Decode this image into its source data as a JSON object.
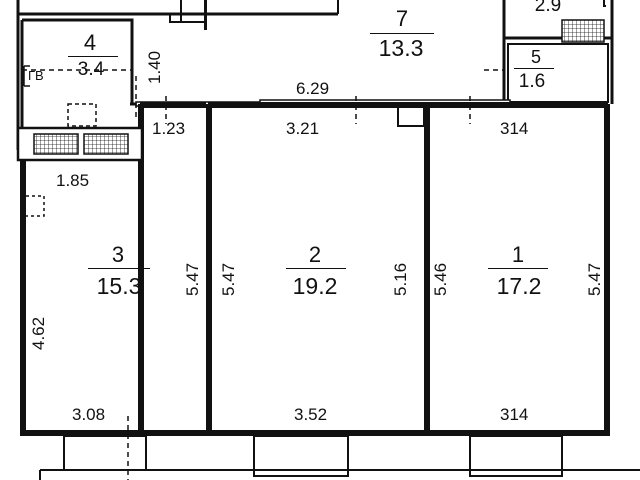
{
  "rooms": [
    {
      "id": "1",
      "number": "1",
      "area": "17.2"
    },
    {
      "id": "2",
      "number": "2",
      "area": "19.2"
    },
    {
      "id": "3",
      "number": "3",
      "area": "15.3"
    },
    {
      "id": "4",
      "number": "4",
      "area": "3.4"
    },
    {
      "id": "5",
      "number": "5",
      "area": "1.6"
    },
    {
      "id": "7",
      "number": "7",
      "area": "13.3"
    }
  ],
  "partial_label": "2.9",
  "equipment_label": "ГВ",
  "dimensions": {
    "hall_width": "6.29",
    "bath_height": "1.40",
    "room3_top": "1.23",
    "room2_top": "3.21",
    "room1_top": "314",
    "room3_mid": "1.85",
    "room3_left": "4.62",
    "room3_right": "5.47",
    "room2_left": "5.47",
    "room2_right": "5.16",
    "room1_left": "5.46",
    "room1_right": "5.47",
    "room3_bottom": "3.08",
    "room2_bottom": "3.52",
    "room1_bottom": "314"
  },
  "colors": {
    "wall": "#111111",
    "background": "#ffffff"
  }
}
